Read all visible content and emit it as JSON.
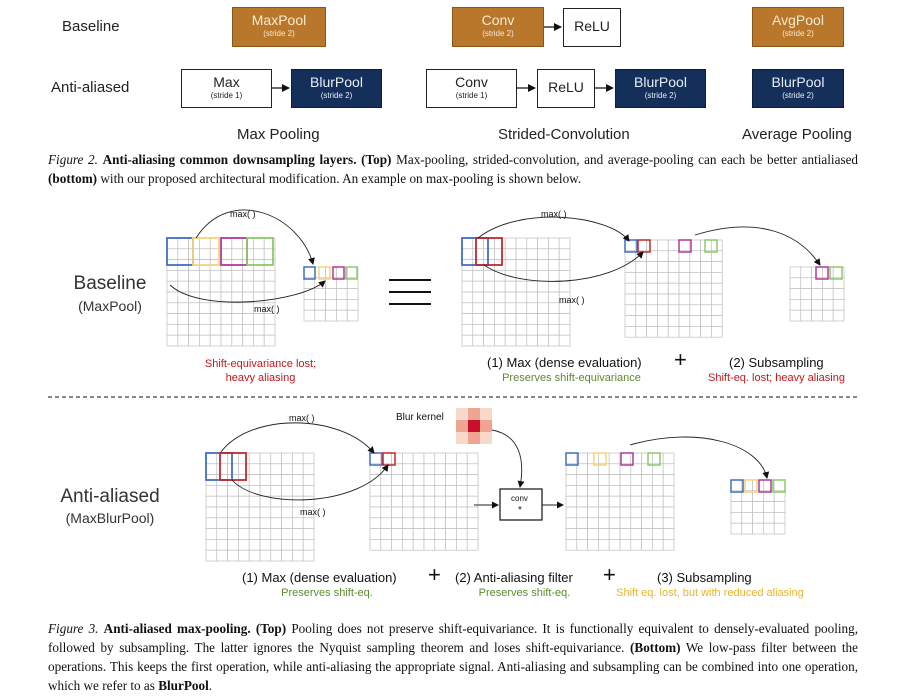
{
  "fig2": {
    "rows": {
      "baseline": "Baseline",
      "antialiased": "Anti-aliased"
    },
    "maxpool": {
      "baseline_block": {
        "label": "MaxPool",
        "sub": "(stride 2)"
      },
      "max_block": {
        "label": "Max",
        "sub": "(stride 1)"
      },
      "blurpool_block": {
        "label": "BlurPool",
        "sub": "(stride 2)"
      },
      "title": "Max Pooling"
    },
    "conv": {
      "baseline_conv": {
        "label": "Conv",
        "sub": "(stride 2)"
      },
      "baseline_relu": {
        "label": "ReLU"
      },
      "aa_conv": {
        "label": "Conv",
        "sub": "(stride 1)"
      },
      "aa_relu": {
        "label": "ReLU"
      },
      "aa_blurpool": {
        "label": "BlurPool",
        "sub": "(stride 2)"
      },
      "title": "Strided-Convolution"
    },
    "avg": {
      "baseline_block": {
        "label": "AvgPool",
        "sub": "(stride 2)"
      },
      "aa_block": {
        "label": "BlurPool",
        "sub": "(stride 2)"
      },
      "title": "Average Pooling"
    },
    "caption": {
      "label": "Figure 2.",
      "bold": "Anti-aliasing common downsampling layers.",
      "top": "(Top)",
      "text1": "Max-pooling, strided-convolution, and average-pooling can each be better antialiased",
      "bottom": "(bottom)",
      "text2": "with our proposed architectural modification. An example on max-pooling is shown below."
    }
  },
  "fig3": {
    "baseline": {
      "title": "Baseline",
      "subtitle": "(MaxPool)",
      "max_label_top": "max( )",
      "max_label_bottom": "max( )",
      "loss_note_line1": "Shift-equivariance lost;",
      "loss_note_line2": "heavy aliasing",
      "equiv_symbol": "≡",
      "step1": "(1) Max (dense evaluation)",
      "step1_note": "Preserves shift-equivariance",
      "plus": "+",
      "step2": "(2) Subsampling",
      "step2_note": "Shift-eq. lost; heavy aliasing",
      "dense_max_top": "max( )",
      "dense_max_bottom": "max( )"
    },
    "antialiased": {
      "title": "Anti-aliased",
      "subtitle": "(MaxBlurPool)",
      "max_label_top": "max( )",
      "max_label_bottom": "max( )",
      "blur_kernel": "Blur kernel",
      "conv_label": "conv",
      "conv_star": "*",
      "step1": "(1) Max (dense evaluation)",
      "step1_note": "Preserves shift-eq.",
      "plus1": "+",
      "step2": "(2) Anti-aliasing filter",
      "step2_note": "Preserves shift-eq.",
      "plus2": "+",
      "step3": "(3) Subsampling",
      "step3_note": "Shift eq. lost, but with reduced aliasing"
    },
    "caption": {
      "label": "Figure 3.",
      "bold": "Anti-aliased max-pooling.",
      "top": "(Top)",
      "text1": "Pooling does not preserve shift-equivariance. It is functionally equivalent to densely-evaluated pooling, followed by subsampling. The latter ignores the Nyquist sampling theorem and loses shift-equivariance.",
      "bottom": "(Bottom)",
      "text2": "We low-pass filter between the operations. This keeps the first operation, while anti-aliasing the appropriate signal. Anti-aliasing and subsampling can be combined into one operation, which we refer to as",
      "blurpool": "BlurPool",
      "end": "."
    }
  },
  "colors": {
    "orange_block": "#b8772a",
    "navy_block": "#14305a",
    "blue_window": "#3f6fc4",
    "yellow_window": "#f2d57a",
    "red_window": "#c0282f",
    "magenta_window": "#b03a9a",
    "green_window": "#8dc96a",
    "note_red": "#c0181f",
    "note_green": "#5b8a2e",
    "note_yellow": "#e6b42d"
  }
}
